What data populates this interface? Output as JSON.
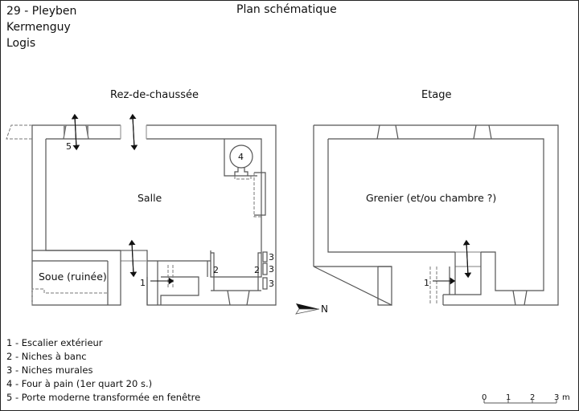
{
  "header": {
    "location": "29 - Pleyben",
    "place": "Kermenguy",
    "building": "Logis"
  },
  "title": "Plan schématique",
  "plans": {
    "ground": {
      "label": "Rez-de-chaussée",
      "rooms": {
        "main": "Salle",
        "annex": "Soue (ruinée)"
      },
      "markers": {
        "stair": "1",
        "bench_left": "2",
        "bench_right": "2",
        "niche_a": "3",
        "niche_b": "3",
        "niche_c": "3",
        "oven": "4",
        "door": "5"
      }
    },
    "upper": {
      "label": "Etage",
      "rooms": {
        "main": "Grenier (et/ou chambre ?)"
      },
      "markers": {
        "stair": "1"
      }
    }
  },
  "north_label": "N",
  "legend": [
    "1 - Escalier extérieur",
    "2 - Niches à banc",
    "3 - Niches murales",
    "4 - Four à pain (1er quart 20 s.)",
    "5 - Porte moderne transformée en fenêtre"
  ],
  "scale_bar": {
    "ticks": [
      "0",
      "1",
      "2",
      "3"
    ],
    "unit": "m"
  },
  "colors": {
    "wall_line": "#555555",
    "arrow": "#111111",
    "text": "#111111"
  }
}
